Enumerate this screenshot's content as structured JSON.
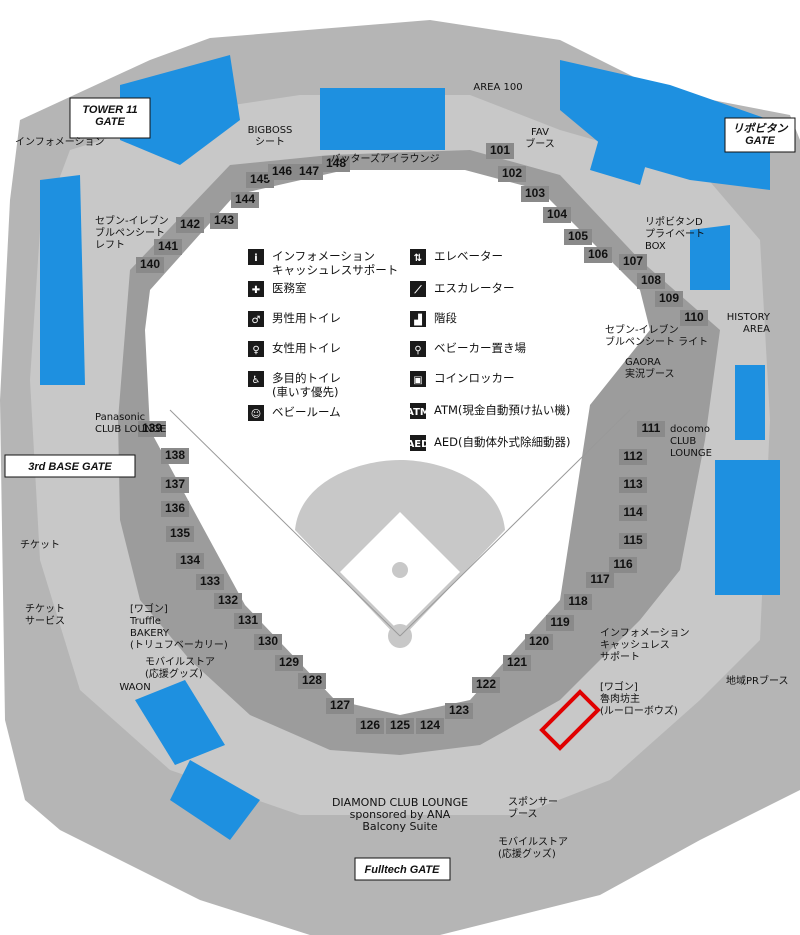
{
  "legend": [
    {
      "icon": "info-icon",
      "glyph": "i",
      "label": "インフォメーション\nキャッシュレスサポート"
    },
    {
      "icon": "first-aid-icon",
      "glyph": "✚",
      "label": "医務室"
    },
    {
      "icon": "male-toilet-icon",
      "glyph": "♂",
      "label": "男性用トイレ"
    },
    {
      "icon": "female-toilet-icon",
      "glyph": "♀",
      "label": "女性用トイレ"
    },
    {
      "icon": "accessible-toilet-icon",
      "glyph": "♿",
      "label": "多目的トイレ\n(車いす優先)"
    },
    {
      "icon": "baby-room-icon",
      "glyph": "☺",
      "label": "ベビールーム"
    },
    {
      "icon": "elevator-icon",
      "glyph": "⇅",
      "label": "エレベーター"
    },
    {
      "icon": "escalator-icon",
      "glyph": "⟋",
      "label": "エスカレーター"
    },
    {
      "icon": "stairs-icon",
      "glyph": "▟",
      "label": "階段"
    },
    {
      "icon": "stroller-icon",
      "glyph": "⚲",
      "label": "ベビーカー置き場"
    },
    {
      "icon": "locker-icon",
      "glyph": "▣",
      "label": "コインロッカー"
    },
    {
      "icon": "atm-icon",
      "glyph": "ATM",
      "label": "ATM(現金自動預け払い機)"
    },
    {
      "icon": "aed-icon",
      "glyph": "AED",
      "label": "AED(自動体外式除細動器)"
    }
  ],
  "gates": {
    "tower11": "TOWER 11\nGATE",
    "lipovitan": "リポビタン\nGATE",
    "third_base": "3rd BASE GATE",
    "fulltech": "Fulltech GATE"
  },
  "sections": [
    "101",
    "102",
    "103",
    "104",
    "105",
    "106",
    "107",
    "108",
    "109",
    "110",
    "111",
    "112",
    "113",
    "114",
    "115",
    "116",
    "117",
    "118",
    "119",
    "120",
    "121",
    "122",
    "123",
    "124",
    "125",
    "126",
    "127",
    "128",
    "129",
    "130",
    "131",
    "132",
    "133",
    "134",
    "135",
    "136",
    "137",
    "138",
    "139",
    "140",
    "141",
    "142",
    "143",
    "144",
    "145",
    "146",
    "147",
    "148"
  ],
  "labels": {
    "area100": "AREA 100",
    "bigboss": "BIGBOSS\nシート",
    "batters_lounge": "バッターズアイラウンジ",
    "fav_booth": "FAV\nブース",
    "seven_left": "セブン-イレブン\nブルペンシート\nレフト",
    "lipovitan_box": "リポビタンD\nプライベート\nBOX",
    "history_area": "HISTORY\nAREA",
    "seven_right": "セブン-イレブン\nブルペンシート ライト",
    "gaora": "GAORA\n実況ブース",
    "docomo": "docomo\nCLUB\nLOUNGE",
    "info_top_left": "インフォメーション",
    "panasonic": "Panasonic\nCLUB LOUNGE",
    "ticket": "チケット",
    "ticket_service": "チケット\nサービス",
    "truffle": "[ワゴン]\nTruffle\nBAKERY\n(トリュフベーカリー)",
    "mobile_store_left": "モバイルストア\n(応援グッズ)",
    "info_right": "インフォメーション\nキャッシュレス\nサポート",
    "local_pr": "地域PRブース",
    "wagon_rourou": "[ワゴン]\n魯肉坊主\n(ルーローボウズ)",
    "sponsor_booth": "スポンサー\nブース",
    "mobile_store_right": "モバイルストア\n(応援グッズ)",
    "diamond": "DIAMOND CLUB LOUNGE\nsponsored by ANA\nBalcony Suite",
    "waon": "WAON"
  },
  "colors": {
    "concourse": "#c8c8c8",
    "outer": "#b5b5b5",
    "seats": "#9c9c9c",
    "seats_dark": "#8a8a8a",
    "field": "#ffffff",
    "blue": "#1e90e0",
    "highlight": "#e00000",
    "icon": "#1a1a1a"
  }
}
